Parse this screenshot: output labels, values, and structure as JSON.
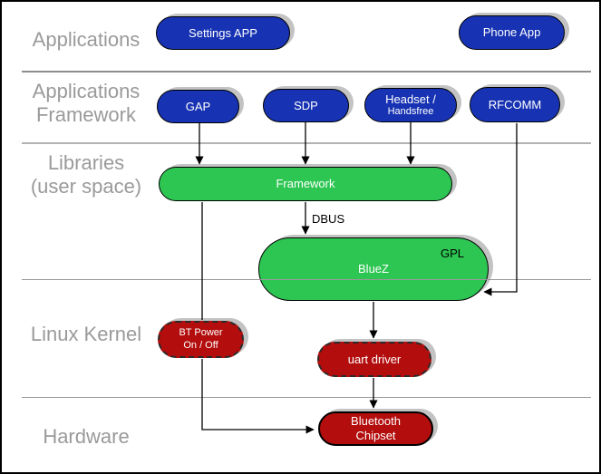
{
  "layer_labels": {
    "applications": "Applications",
    "app_framework": "Applications\nFramework",
    "libraries": "Libraries\n(user space)",
    "linux_kernel": "Linux Kernel",
    "hardware": "Hardware"
  },
  "nodes": {
    "settings_app": "Settings APP",
    "phone_app": "Phone App",
    "gap": "GAP",
    "sdp": "SDP",
    "headset_line1": "Headset /",
    "headset_line2": "Handsfree",
    "rfcomm": "RFCOMM",
    "framework": "Framework",
    "bluez": "BlueZ",
    "gpl_tag": "GPL",
    "bt_power_line1": "BT Power",
    "bt_power_line2": "On / Off",
    "uart_driver": "uart driver",
    "chipset_line1": "Bluetooth",
    "chipset_line2": "Chipset"
  },
  "edges": {
    "dbus_label": "DBUS"
  },
  "colors": {
    "app_node_blue": "#1733b3",
    "lib_node_green": "#2ec653",
    "kernel_node_red": "#b30d0d",
    "layer_label_gray": "#9a9a9a",
    "divider_gray": "#999999"
  }
}
